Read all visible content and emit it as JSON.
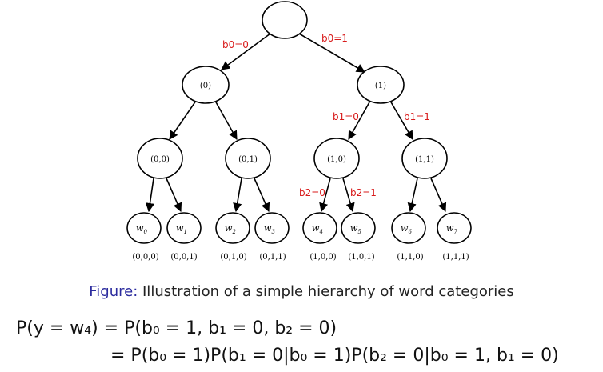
{
  "diagram": {
    "nodes": {
      "root": "",
      "n0": "(0)",
      "n1": "(1)",
      "n00": "(0,0)",
      "n01": "(0,1)",
      "n10": "(1,0)",
      "n11": "(1,1)"
    },
    "leaves": [
      {
        "letter": "w",
        "sub": "0",
        "code": "(0,0,0)"
      },
      {
        "letter": "w",
        "sub": "1",
        "code": "(0,0,1)"
      },
      {
        "letter": "w",
        "sub": "2",
        "code": "(0,1,0)"
      },
      {
        "letter": "w",
        "sub": "3",
        "code": "(0,1,1)"
      },
      {
        "letter": "w",
        "sub": "4",
        "code": "(1,0,0)"
      },
      {
        "letter": "w",
        "sub": "5",
        "code": "(1,0,1)"
      },
      {
        "letter": "w",
        "sub": "6",
        "code": "(1,1,0)"
      },
      {
        "letter": "w",
        "sub": "7",
        "code": "(1,1,1)"
      }
    ],
    "edge_labels": {
      "b0_0": "b0=0",
      "b0_1": "b0=1",
      "b1_0": "b1=0",
      "b1_1": "b1=1",
      "b2_0": "b2=0",
      "b2_1": "b2=1"
    },
    "edge_label_color": "#d81b1b"
  },
  "caption": {
    "prefix": "Figure:",
    "text": " Illustration of a simple hierarchy of word categories",
    "prefix_color": "#2b2b9e"
  },
  "equations": {
    "line1": "P(y = w₄) = P(b₀ = 1, b₁ = 0, b₂ = 0)",
    "line2": "= P(b₀ = 1)P(b₁ = 0|b₀ = 1)P(b₂ = 0|b₀ = 1, b₁ = 0)"
  }
}
